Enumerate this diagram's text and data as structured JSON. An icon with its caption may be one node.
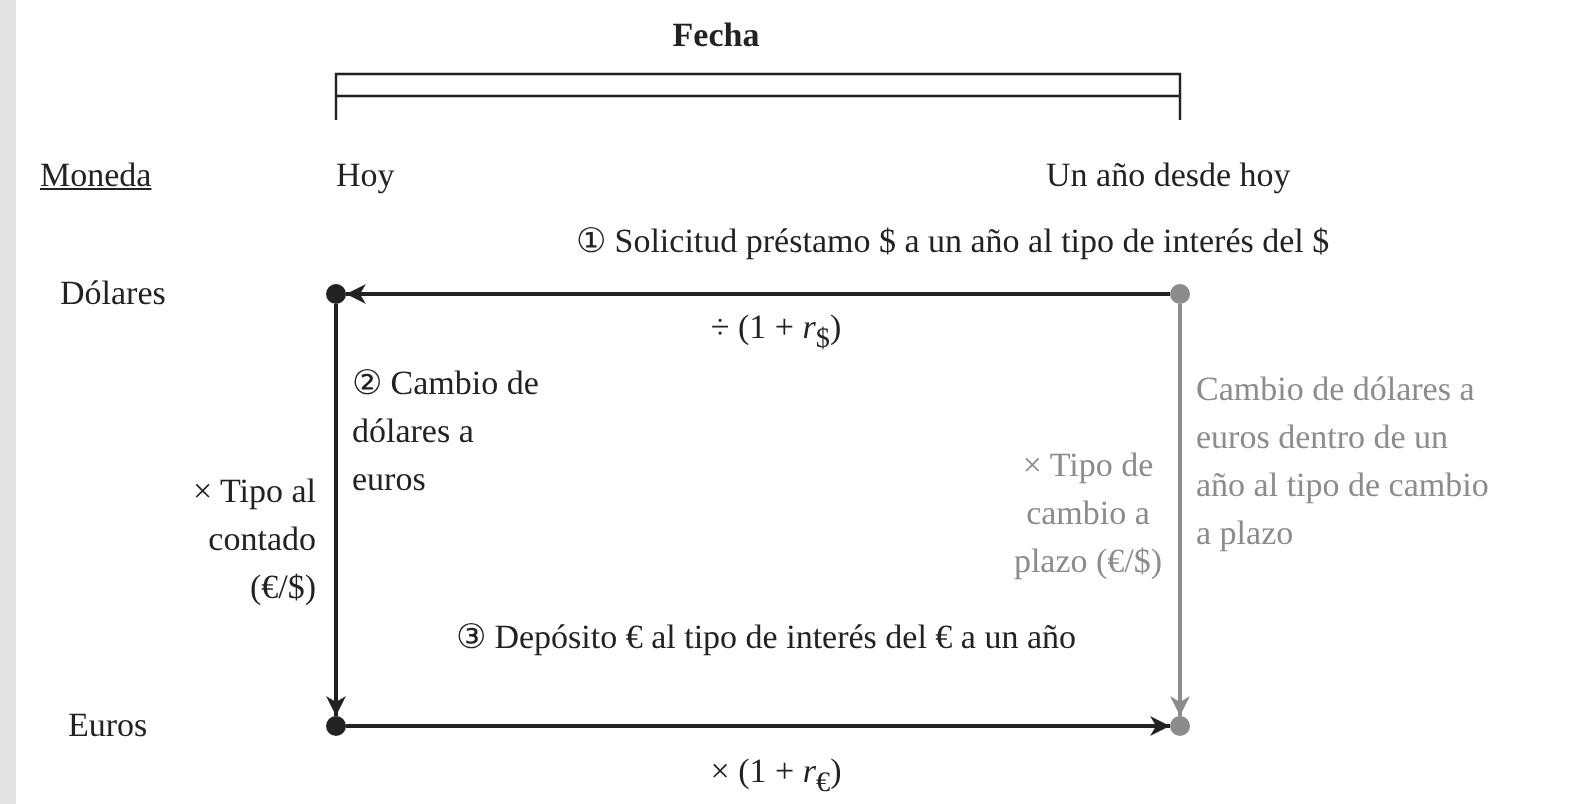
{
  "diagram": {
    "nodes": [
      {
        "text": [],
        "shape": "circle"
      },
      {
        "text": [],
        "shape": "circle"
      },
      {
        "text": [],
        "shape": "circle"
      },
      {
        "text": [],
        "shape": "circle"
      }
    ],
    "edges": [
      {
        "from": 1,
        "to": 0,
        "arrow": "to",
        "label": "① Solicitud préstamo $ a un año al tipo de interés del $"
      },
      {
        "from": 0,
        "to": 2,
        "arrow": "to",
        "label": "② Cambio de dólares a euros"
      },
      {
        "from": 2,
        "to": 3,
        "arrow": "to",
        "label": "③ Depósito € al tipo de interés del € a un año"
      },
      {
        "from": 1,
        "to": 3,
        "arrow": "to",
        "color": "#8c8c8c",
        "label": "Cambio de dólares a euros dentro de un año al tipo de cambio a plazo"
      }
    ],
    "labels": [
      "Fecha",
      "Moneda",
      "Hoy",
      "Un año desde hoy",
      "Dólares",
      "÷ (1 + *r*$_{$}$)",
      "× Tipo al contado (€/$)",
      "× Tipo de cambio a plazo (€/$)",
      "Euros",
      "× (1 + *r*$_{€}$)"
    ]
  }
}
